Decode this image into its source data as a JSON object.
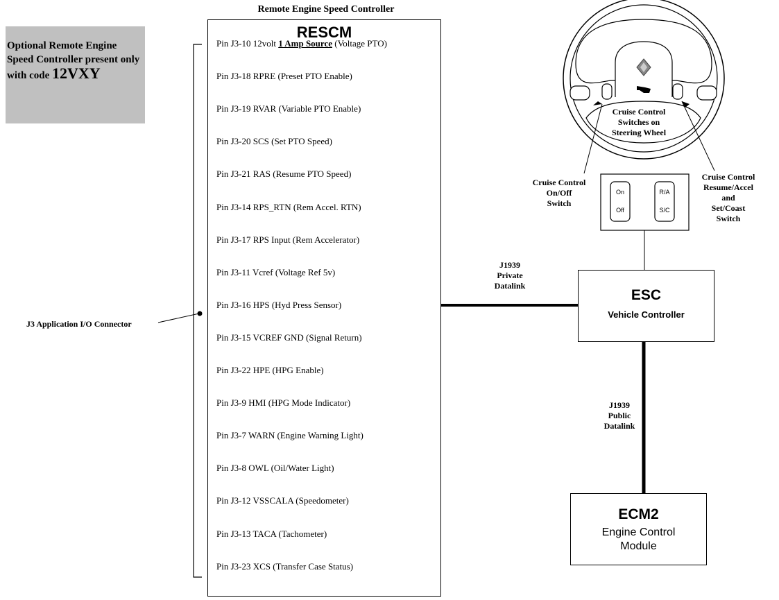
{
  "title": "Remote Engine Speed Controller",
  "rescm": {
    "name": "RESCM",
    "pins": [
      {
        "pre": "Pin J3-10 12volt ",
        "bold": "1 Amp Source",
        "post": " (Voltage PTO)"
      },
      {
        "pre": "Pin J3-18 RPRE (Preset PTO Enable)",
        "bold": "",
        "post": ""
      },
      {
        "pre": "Pin J3-19 RVAR (Variable PTO Enable)",
        "bold": "",
        "post": ""
      },
      {
        "pre": "Pin J3-20 SCS (Set PTO Speed)",
        "bold": "",
        "post": ""
      },
      {
        "pre": "Pin J3-21 RAS (Resume PTO Speed)",
        "bold": "",
        "post": ""
      },
      {
        "pre": "Pin J3-14 RPS_RTN (Rem Accel. RTN)",
        "bold": "",
        "post": ""
      },
      {
        "pre": "Pin J3-17 RPS Input (Rem Accelerator)",
        "bold": "",
        "post": ""
      },
      {
        "pre": "Pin J3-11 Vcref (Voltage Ref 5v)",
        "bold": "",
        "post": ""
      },
      {
        "pre": "Pin J3-16 HPS (Hyd Press Sensor)",
        "bold": "",
        "post": ""
      },
      {
        "pre": "Pin J3-15 VCREF GND (Signal Return)",
        "bold": "",
        "post": ""
      },
      {
        "pre": "Pin J3-22 HPE (HPG Enable)",
        "bold": "",
        "post": ""
      },
      {
        "pre": "Pin J3-9 HMI (HPG Mode Indicator)",
        "bold": "",
        "post": ""
      },
      {
        "pre": "Pin J3-7 WARN (Engine Warning Light)",
        "bold": "",
        "post": ""
      },
      {
        "pre": "Pin J3-8 OWL (Oil/Water Light)",
        "bold": "",
        "post": ""
      },
      {
        "pre": "Pin J3-12 VSSCALA (Speedometer)",
        "bold": "",
        "post": ""
      },
      {
        "pre": "Pin J3-13 TACA (Tachometer)",
        "bold": "",
        "post": ""
      },
      {
        "pre": "Pin J3-23 XCS (Transfer Case Status)",
        "bold": "",
        "post": ""
      }
    ]
  },
  "note": {
    "text": "Optional Remote Engine Speed Controller present only with code",
    "code": "12VXY"
  },
  "connector_label": "J3 Application I/O Connector",
  "private_link": {
    "line1": "J1939",
    "line2": "Private",
    "line3": "Datalink"
  },
  "public_link": {
    "line1": "J1939",
    "line2": "Public",
    "line3": "Datalink"
  },
  "esc": {
    "title": "ESC",
    "subtitle": "Vehicle Controller"
  },
  "ecm": {
    "title": "ECM2",
    "line1": "Engine Control",
    "line2": "Module"
  },
  "steering": {
    "line1": "Cruise Control",
    "line2": "Switches on",
    "line3": "Steering Wheel"
  },
  "onoff_switch": {
    "line1": "Cruise Control",
    "line2": "On/Off",
    "line3": "Switch"
  },
  "resume_switch": {
    "line1": "Cruise Control",
    "line2": "Resume/Accel",
    "line3": "and",
    "line4": "Set/Coast",
    "line5": "Switch"
  },
  "switch_panel": {
    "on": "On",
    "off": "Off",
    "ra": "R/A",
    "sc": "S/C"
  }
}
